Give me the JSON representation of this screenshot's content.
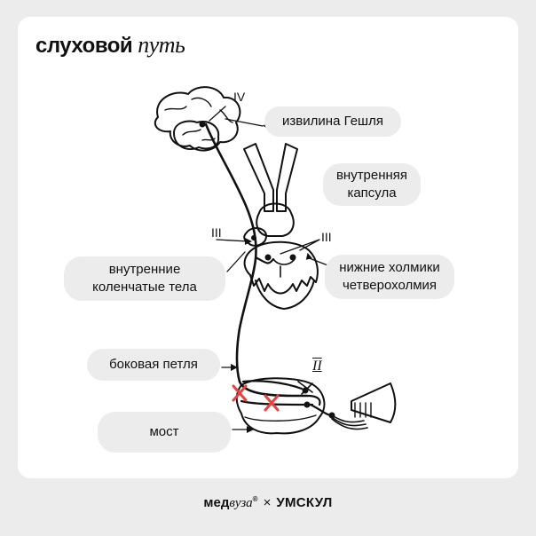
{
  "title": {
    "word1": "слуховой",
    "word2": "путь"
  },
  "labels": {
    "heschl": "извилина Гешля",
    "capsule": "внутренняя\nкапсула",
    "geniculate": "внутренние\nколенчатые тела",
    "colliculi": "нижние холмики\nчетверохолмия",
    "lemniscus": "боковая петля",
    "pons": "мост"
  },
  "roman": {
    "iv": "IV",
    "iii_left": "III",
    "iii_right": "III",
    "ii": "II"
  },
  "footer": {
    "brand1_a": "мед",
    "brand1_b": "вуза",
    "reg": "®",
    "sep": "×",
    "brand2": "УМСКУЛ"
  },
  "colors": {
    "background": "#ececec",
    "card": "#ffffff",
    "pill": "#ececec",
    "lesion_mark": "#e8423f",
    "ink": "#111111"
  }
}
